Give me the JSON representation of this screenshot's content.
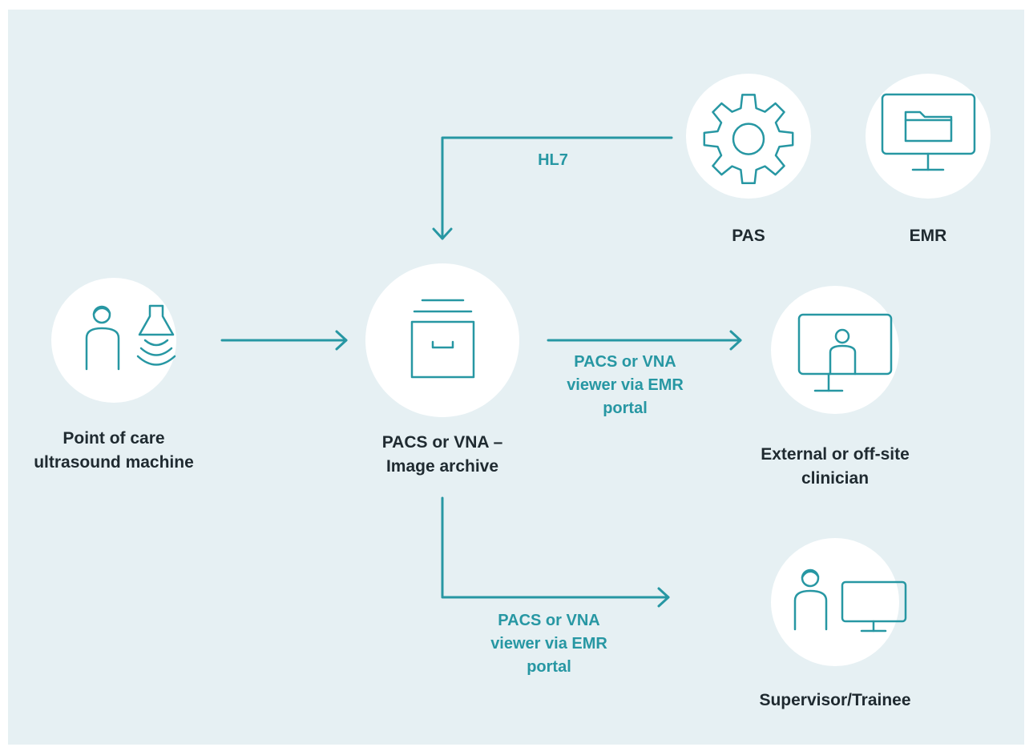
{
  "colors": {
    "background": "#e6f0f3",
    "circle": "#ffffff",
    "accent": "#2797a3",
    "text": "#1f2a30"
  },
  "nodes": {
    "pos": {
      "label": "Point of care\nultrasound machine",
      "icons": [
        "person-icon",
        "ultrasound-probe-icon"
      ]
    },
    "archive": {
      "label": "PACS or VNA –\nImage archive",
      "icons": [
        "archive-box-icon"
      ]
    },
    "external": {
      "label": "External or off-site\nclinician",
      "icons": [
        "monitor-person-icon"
      ]
    },
    "supervisor": {
      "label": "Supervisor/Trainee",
      "icons": [
        "person-icon",
        "monitor-icon"
      ]
    },
    "pas": {
      "label": "PAS",
      "icons": [
        "gear-icon"
      ]
    },
    "emr": {
      "label": "EMR",
      "icons": [
        "monitor-folder-icon"
      ]
    }
  },
  "edges": {
    "hl7": {
      "label": "HL7"
    },
    "archive_to_external": {
      "label": "PACS or VNA\nviewer via EMR\nportal"
    },
    "archive_to_supervisor": {
      "label": "PACS or VNA\nviewer via EMR\nportal"
    }
  }
}
